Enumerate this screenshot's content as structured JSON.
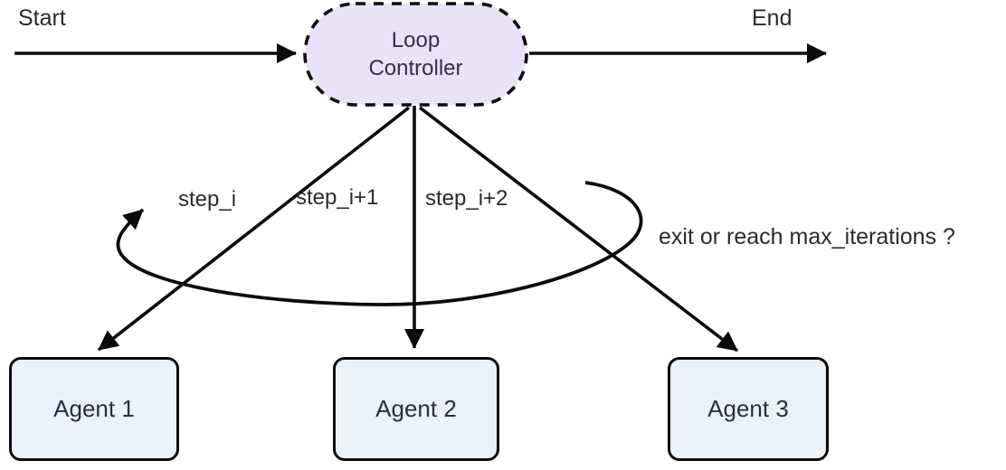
{
  "colors": {
    "line": "#0b0b0b",
    "controller_fill": "#e9e2f9",
    "controller_text": "#352f47",
    "agent_fill": "#ebf1f9",
    "agent_text": "#28303f",
    "label_text": "#2b2b2b"
  },
  "diagram": {
    "start_label": "Start",
    "end_label": "End",
    "controller": {
      "label_lines": [
        "Loop",
        "Controller"
      ]
    },
    "edge_labels": {
      "step_i": "step_i",
      "step_i1": "step_i+1",
      "step_i2": "step_i+2"
    },
    "loop_label": "exit or reach max_iterations ?",
    "agents": [
      {
        "label": "Agent 1"
      },
      {
        "label": "Agent 2"
      },
      {
        "label": "Agent 3"
      }
    ]
  }
}
